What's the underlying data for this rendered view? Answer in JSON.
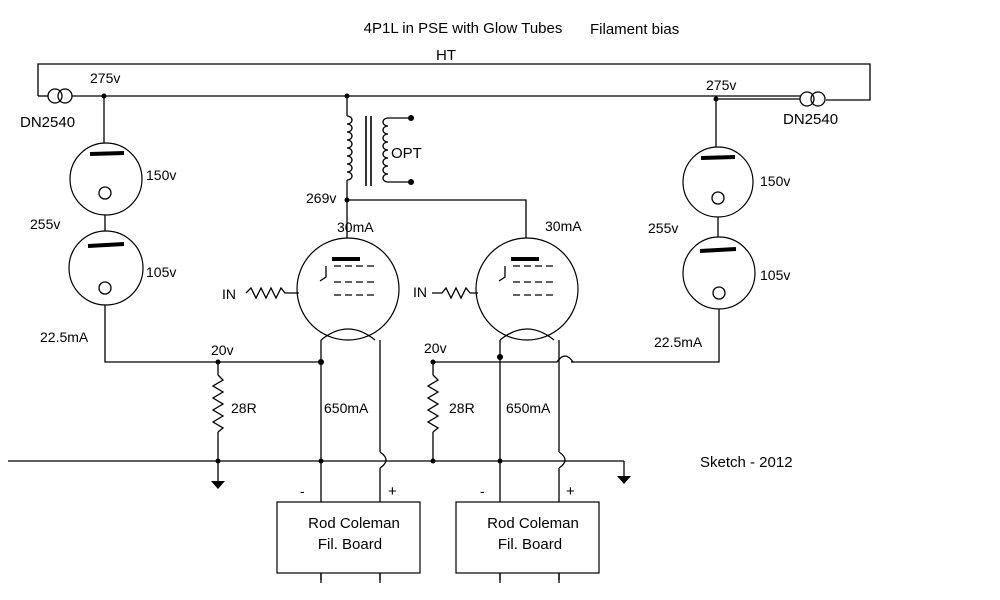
{
  "title": "4P1L in PSE with Glow Tubes",
  "subtitle": "Filament bias",
  "ht_label": "HT",
  "footer": "Sketch - 2012",
  "colors": {
    "line": "#000000",
    "background": "#ffffff"
  },
  "left": {
    "source_label": "DN2540",
    "ht_voltage": "275v",
    "glow_top_voltage": "150v",
    "node_voltage": "255v",
    "glow_bottom_voltage": "105v",
    "current": "22.5mA",
    "bias_voltage": "20v",
    "resistor": "28R",
    "input_label": "IN",
    "anode_current": "30mA",
    "filament_current": "650mA",
    "board_line1": "Rod Coleman",
    "board_line2": "Fil. Board",
    "minus": "-",
    "plus": "+"
  },
  "right": {
    "source_label": "DN2540",
    "ht_voltage": "275v",
    "glow_top_voltage": "150v",
    "node_voltage": "255v",
    "glow_bottom_voltage": "105v",
    "current": "22.5mA",
    "bias_voltage": "20v",
    "resistor": "28R",
    "input_label": "IN",
    "anode_current": "30mA",
    "filament_current": "650mA",
    "board_line1": "Rod Coleman",
    "board_line2": "Fil. Board",
    "minus": "-",
    "plus": "+"
  },
  "transformer": {
    "label": "OPT",
    "primary_voltage": "269v"
  }
}
